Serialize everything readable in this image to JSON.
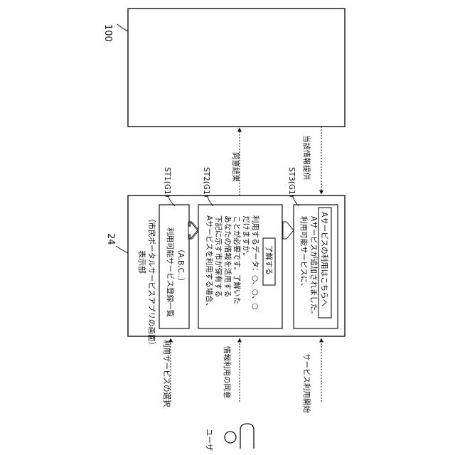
{
  "refs": {
    "server": "100",
    "device": "24"
  },
  "display": {
    "title": "表示部",
    "subtitle": "（市民ポータルサービスアプリの画面）"
  },
  "screen1": {
    "line1": "利用可能サービス登録一覧",
    "line2": "（A,B,C‥）"
  },
  "screen2": {
    "lines": [
      "Aサービスを利用する場合、",
      "下記に示す市が保有する",
      "あなたの情報を活用する",
      "ことが必要です。了解いた",
      "だけますか。",
      "利用するデータ：○、○、○"
    ],
    "button": "了解する"
  },
  "screen3": {
    "line1": "利用可能サービスに、",
    "line2": "Aサービスが追加されました。",
    "link": "Aサービスの利用はこちらへ"
  },
  "steps": {
    "st1": "ST1(G1)",
    "st2": "ST2(G1)",
    "st3": "ST3(G1)"
  },
  "flows": {
    "consent_result": "同意結果",
    "info_provision": "当該情報提供",
    "service_selection": "利用サービスの選択",
    "consent": "情報利用の同意",
    "service_start": "サービス利用開始"
  },
  "user": "ユーザ"
}
